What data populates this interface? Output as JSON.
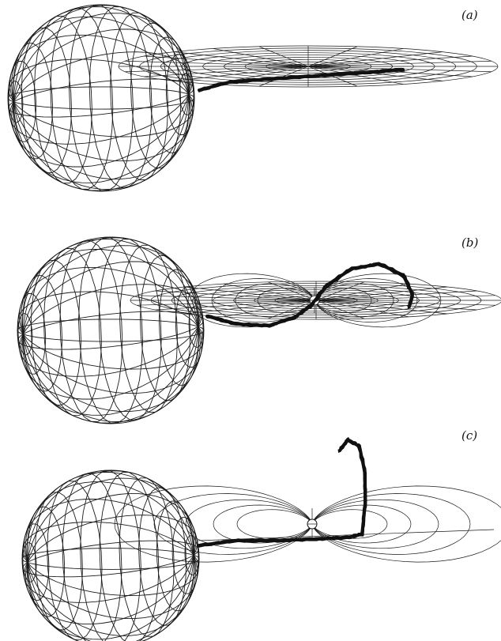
{
  "figure": {
    "panels": [
      {
        "id": "a",
        "label": "(a)"
      },
      {
        "id": "b",
        "label": "(b)"
      },
      {
        "id": "c",
        "label": "(c)"
      }
    ]
  }
}
